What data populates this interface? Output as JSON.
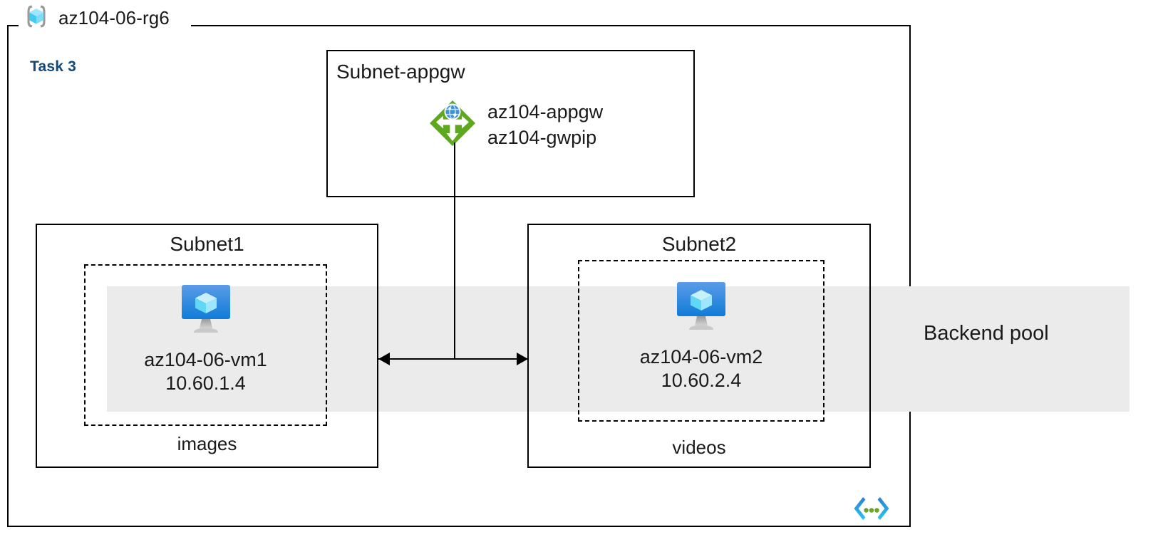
{
  "diagram": {
    "resource_group": {
      "icon": "resource-group-cube-icon",
      "name": "az104-06-rg6"
    },
    "task_label": "Task 3",
    "task_color": "#11497d",
    "backend_pool": {
      "label": "Backend pool",
      "band_color": "#ebebeb"
    },
    "subnets": [
      {
        "key": "appgw",
        "title": "Subnet-appgw",
        "node": {
          "icon": "application-gateway-icon",
          "icon_color": "#5ea820",
          "globe_color": "#3f90d9",
          "lines": [
            "az104-appgw",
            "az104-gwpip"
          ]
        }
      },
      {
        "key": "subnet1",
        "title": "Subnet1",
        "footer": "images",
        "vm": {
          "icon": "virtual-machine-icon",
          "name": "az104-06-vm1",
          "ip": "10.60.1.4"
        }
      },
      {
        "key": "subnet2",
        "title": "Subnet2",
        "footer": "videos",
        "vm": {
          "icon": "virtual-machine-icon",
          "name": "az104-06-vm2",
          "ip": "10.60.2.4"
        }
      }
    ],
    "code_icon": {
      "name": "code-brackets-icon",
      "bracket_color_top": "#2a7fd4",
      "bracket_color_bottom": "#28c7f0",
      "dot_color": "#6aa428"
    }
  }
}
